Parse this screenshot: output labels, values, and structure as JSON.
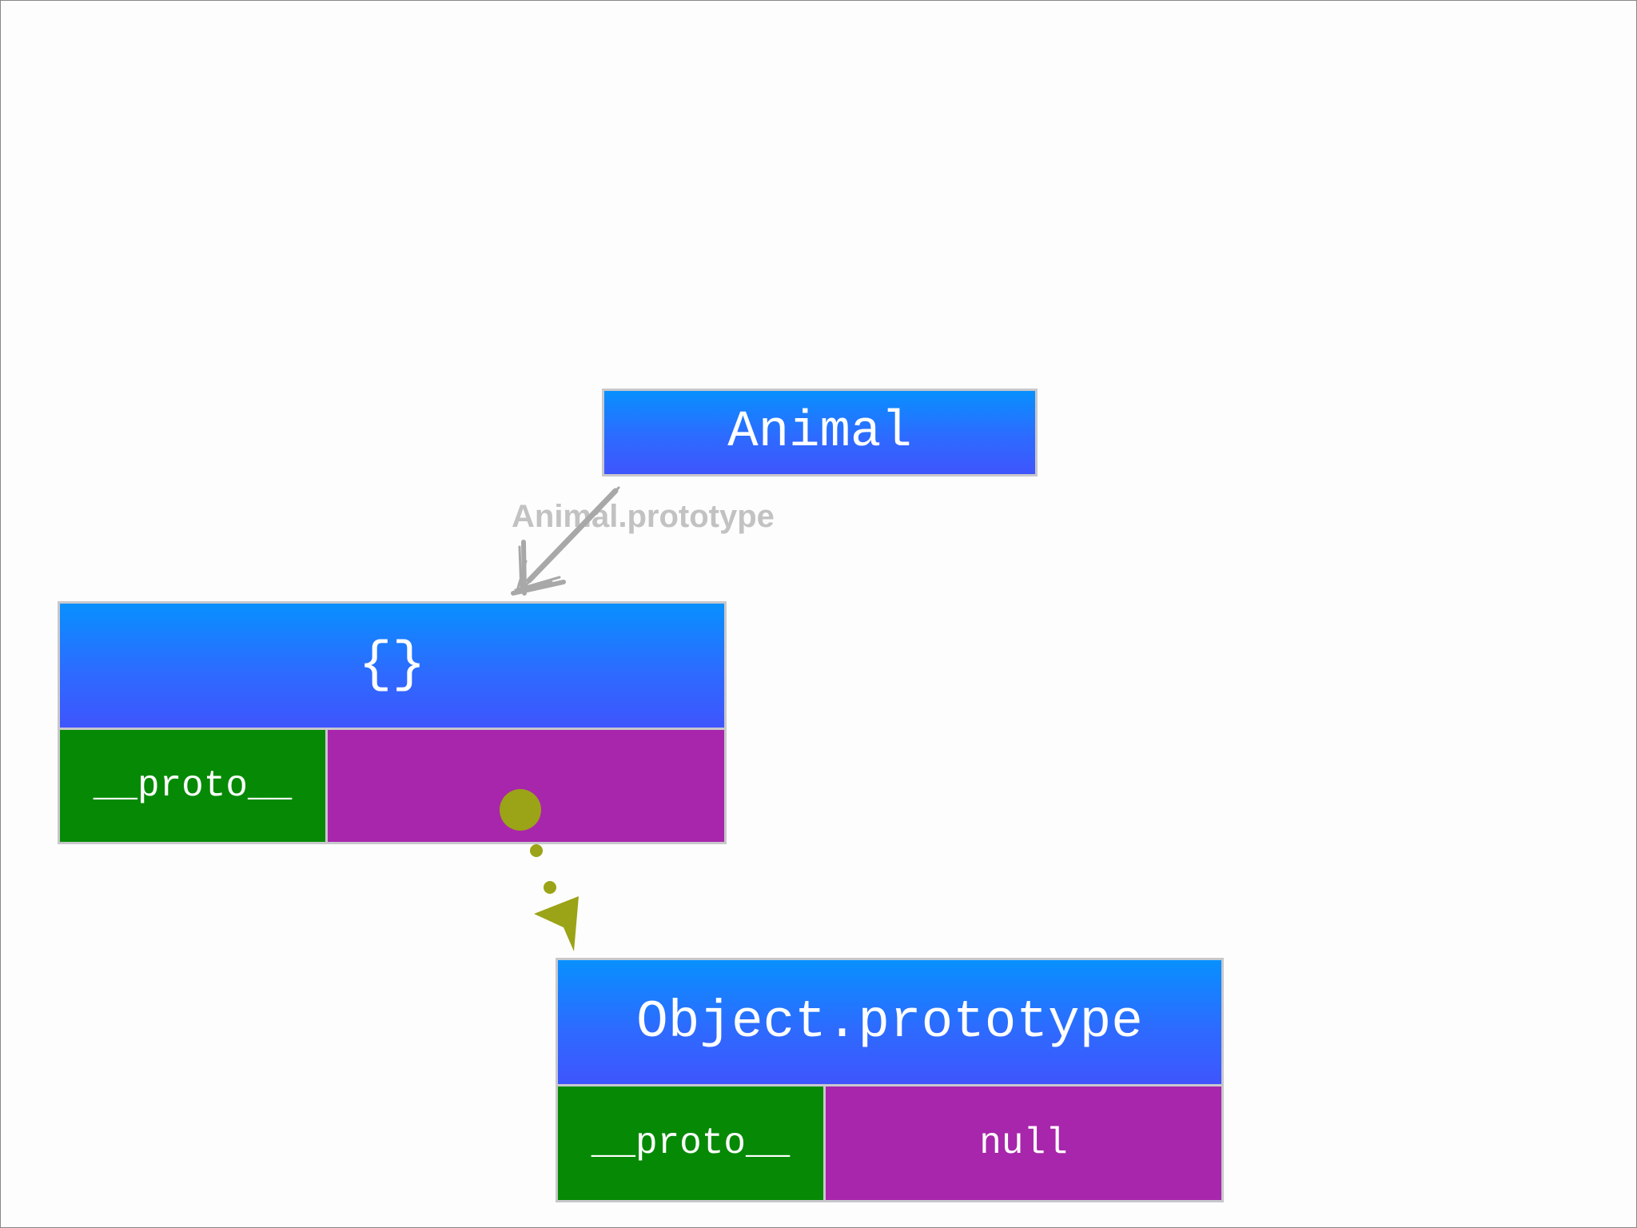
{
  "diagram": {
    "constructor_box": {
      "label": "Animal"
    },
    "prototype_link_label": "Animal.prototype",
    "empty_object": {
      "label": "{}",
      "proto_key": "__proto__",
      "proto_value": ""
    },
    "object_prototype": {
      "label": "Object.prototype",
      "proto_key": "__proto__",
      "proto_value": "null"
    }
  },
  "colors": {
    "header_top": "#0890fe",
    "header_bottom": "#3f55fd",
    "key_cell": "#068a06",
    "value_cell": "#a826ab",
    "pointer": "#9ba317",
    "prototype_arrow": "#a8a8a8",
    "border": "#c8c8cc"
  },
  "icons": {
    "prototype_arrow": "sketch-arrow-icon",
    "proto_pointer": "dotted-pointer-arrow-icon"
  }
}
